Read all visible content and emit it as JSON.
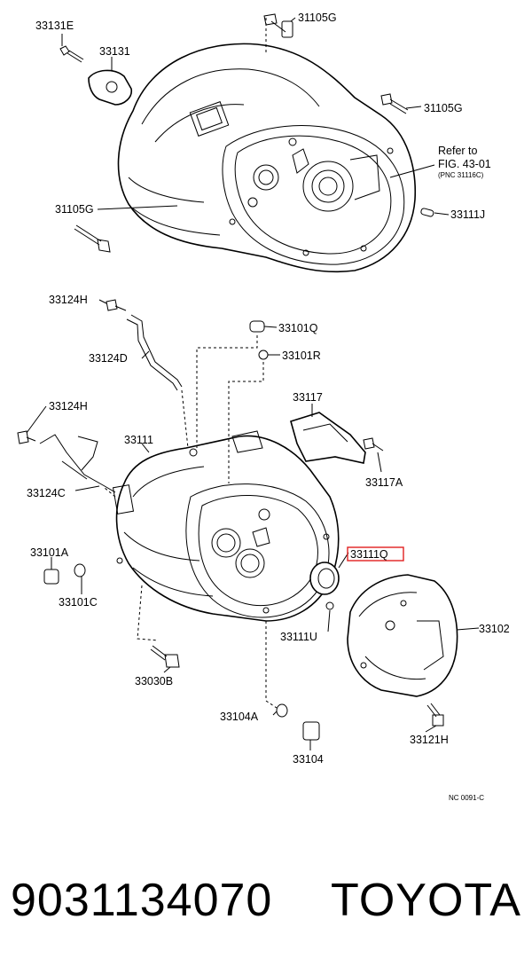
{
  "labels": {
    "p33131E": "33131E",
    "p33131": "33131",
    "p31105G_top": "31105G",
    "p31105G_right": "31105G",
    "p31105G_left": "31105G",
    "p33111J": "33111J",
    "refer_line1": "Refer to",
    "refer_line2": "FIG. 43-01",
    "refer_line3": "(PNC 31116C)",
    "p33124H_top": "33124H",
    "p33101Q": "33101Q",
    "p33101R": "33101R",
    "p33124D": "33124D",
    "p33117": "33117",
    "p33124H_mid": "33124H",
    "p33111": "33111",
    "p33117A": "33117A",
    "p33124C": "33124C",
    "p33101A": "33101A",
    "p33111Q": "33111Q",
    "p33101C": "33101C",
    "p33102": "33102",
    "p33111U": "33111U",
    "p33030B": "33030B",
    "p33104A": "33104A",
    "p33121H": "33121H",
    "p33104": "33104",
    "figure_code": "NC  0091-C"
  },
  "highlight_color": "#e02020",
  "caption": {
    "part_number": "9031134070",
    "brand": "TOYOTA"
  }
}
